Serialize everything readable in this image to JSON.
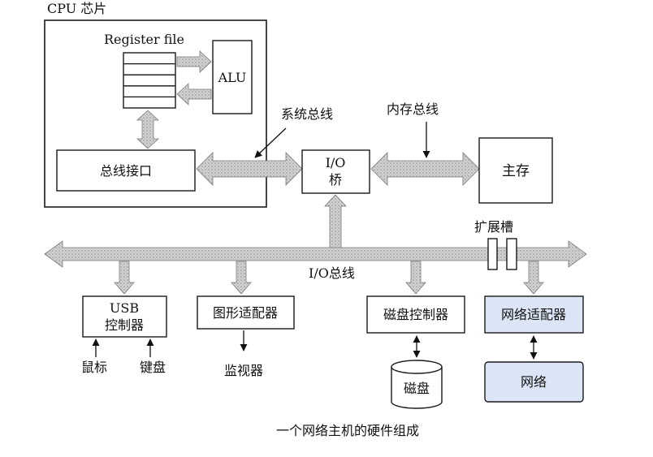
{
  "cpu": {
    "label": "CPU 芯片",
    "register_file": "Register file",
    "alu": "ALU",
    "bus_interface": "总线接口"
  },
  "buses": {
    "system_bus": "系统总线",
    "memory_bus": "内存总线",
    "io_bus": "I/O总线",
    "expansion_slots": "扩展槽"
  },
  "io_bridge": {
    "line1": "I/O",
    "line2": "桥"
  },
  "main_memory": "主存",
  "controllers": {
    "usb_line1": "USB",
    "usb_line2": "控制器",
    "graphics": "图形适配器",
    "disk": "磁盘控制器",
    "network": "网络适配器"
  },
  "devices": {
    "mouse": "鼠标",
    "keyboard": "键盘",
    "monitor": "监视器",
    "disk": "磁盘",
    "network": "网络"
  },
  "caption": "一个网络主机的硬件组成",
  "colors": {
    "network_fill": "#dbe5f6",
    "bus_fill": "#d2d2d2"
  }
}
